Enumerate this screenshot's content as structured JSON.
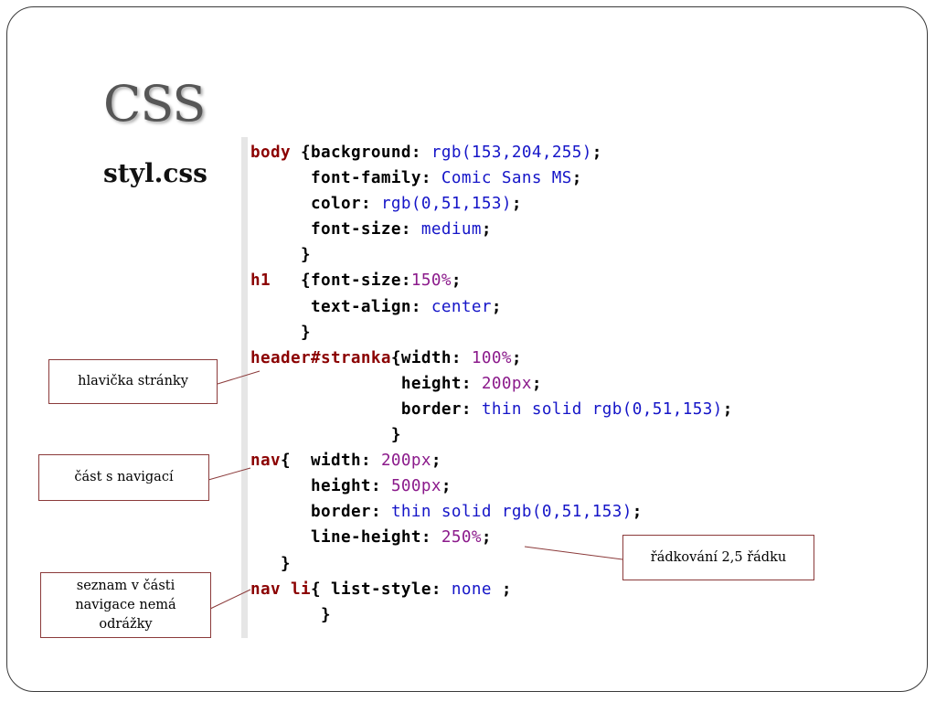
{
  "slide": {
    "title": "CSS",
    "subtitle": "styl.css"
  },
  "code": {
    "lines": [
      [
        {
          "t": "sel",
          "s": "body "
        },
        {
          "t": "pun",
          "s": "{"
        },
        {
          "t": "prop",
          "s": "background"
        },
        {
          "t": "pun",
          "s": ": "
        },
        {
          "t": "val",
          "s": "rgb(153,204,255)"
        },
        {
          "t": "pun",
          "s": ";"
        }
      ],
      [
        {
          "t": "pun",
          "s": "      "
        },
        {
          "t": "prop",
          "s": "font-family"
        },
        {
          "t": "pun",
          "s": ": "
        },
        {
          "t": "val",
          "s": "Comic Sans MS"
        },
        {
          "t": "pun",
          "s": ";"
        }
      ],
      [
        {
          "t": "pun",
          "s": "      "
        },
        {
          "t": "prop",
          "s": "color"
        },
        {
          "t": "pun",
          "s": ": "
        },
        {
          "t": "val",
          "s": "rgb(0,51,153)"
        },
        {
          "t": "pun",
          "s": ";"
        }
      ],
      [
        {
          "t": "pun",
          "s": "      "
        },
        {
          "t": "prop",
          "s": "font-size"
        },
        {
          "t": "pun",
          "s": ": "
        },
        {
          "t": "val",
          "s": "medium"
        },
        {
          "t": "pun",
          "s": ";"
        }
      ],
      [
        {
          "t": "pun",
          "s": "     }"
        }
      ],
      [
        {
          "t": "sel",
          "s": "h1   "
        },
        {
          "t": "pun",
          "s": "{"
        },
        {
          "t": "prop",
          "s": "font-size"
        },
        {
          "t": "pun",
          "s": ":"
        },
        {
          "t": "num",
          "s": "150%"
        },
        {
          "t": "pun",
          "s": ";"
        }
      ],
      [
        {
          "t": "pun",
          "s": "      "
        },
        {
          "t": "prop",
          "s": "text-align"
        },
        {
          "t": "pun",
          "s": ": "
        },
        {
          "t": "val",
          "s": "center"
        },
        {
          "t": "pun",
          "s": ";"
        }
      ],
      [
        {
          "t": "pun",
          "s": "     }"
        }
      ],
      [
        {
          "t": "sel",
          "s": "header#stranka"
        },
        {
          "t": "pun",
          "s": "{"
        },
        {
          "t": "prop",
          "s": "width"
        },
        {
          "t": "pun",
          "s": ": "
        },
        {
          "t": "num",
          "s": "100%"
        },
        {
          "t": "pun",
          "s": ";"
        }
      ],
      [
        {
          "t": "pun",
          "s": "               "
        },
        {
          "t": "prop",
          "s": "height"
        },
        {
          "t": "pun",
          "s": ": "
        },
        {
          "t": "num",
          "s": "200px"
        },
        {
          "t": "pun",
          "s": ";"
        }
      ],
      [
        {
          "t": "pun",
          "s": "               "
        },
        {
          "t": "prop",
          "s": "border"
        },
        {
          "t": "pun",
          "s": ": "
        },
        {
          "t": "val",
          "s": "thin solid rgb(0,51,153)"
        },
        {
          "t": "pun",
          "s": ";"
        }
      ],
      [
        {
          "t": "pun",
          "s": "              }"
        }
      ],
      [
        {
          "t": "sel",
          "s": "nav"
        },
        {
          "t": "pun",
          "s": "{  "
        },
        {
          "t": "prop",
          "s": "width"
        },
        {
          "t": "pun",
          "s": ": "
        },
        {
          "t": "num",
          "s": "200px"
        },
        {
          "t": "pun",
          "s": ";"
        }
      ],
      [
        {
          "t": "pun",
          "s": "      "
        },
        {
          "t": "prop",
          "s": "height"
        },
        {
          "t": "pun",
          "s": ": "
        },
        {
          "t": "num",
          "s": "500px"
        },
        {
          "t": "pun",
          "s": ";"
        }
      ],
      [
        {
          "t": "pun",
          "s": "      "
        },
        {
          "t": "prop",
          "s": "border"
        },
        {
          "t": "pun",
          "s": ": "
        },
        {
          "t": "val",
          "s": "thin solid rgb(0,51,153)"
        },
        {
          "t": "pun",
          "s": ";"
        }
      ],
      [
        {
          "t": "pun",
          "s": "      "
        },
        {
          "t": "prop",
          "s": "line-height"
        },
        {
          "t": "pun",
          "s": ": "
        },
        {
          "t": "num",
          "s": "250%"
        },
        {
          "t": "pun",
          "s": ";"
        }
      ],
      [
        {
          "t": "pun",
          "s": "   }"
        }
      ],
      [
        {
          "t": "sel",
          "s": "nav li"
        },
        {
          "t": "pun",
          "s": "{ "
        },
        {
          "t": "prop",
          "s": "list-style"
        },
        {
          "t": "pun",
          "s": ": "
        },
        {
          "t": "val",
          "s": "none"
        },
        {
          "t": "pun",
          "s": " ;"
        }
      ],
      [
        {
          "t": "pun",
          "s": "       }"
        }
      ]
    ]
  },
  "callouts": {
    "header": "hlavička stránky",
    "nav": "část s navigací",
    "list": "seznam v části navigace nemá odrážky",
    "line_height": "řádkování 2,5 řádku"
  }
}
